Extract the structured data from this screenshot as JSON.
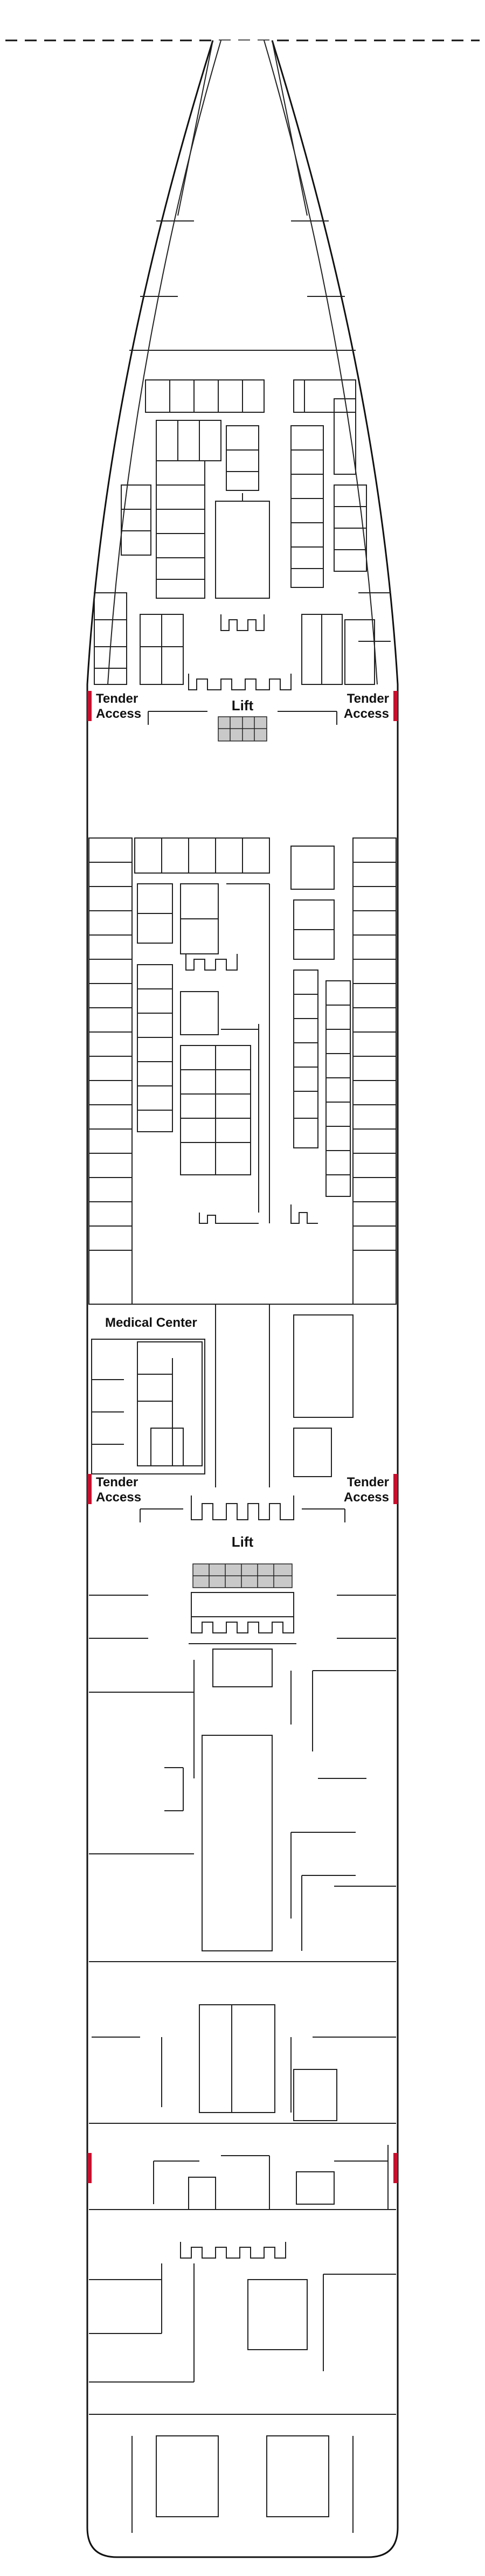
{
  "labels": {
    "lift": "Lift",
    "tender_line1": "Tender",
    "tender_line2": "Access",
    "medical_center": "Medical Center"
  },
  "colors": {
    "hull_stroke": "#111111",
    "wall": "#222222",
    "tender_marker": "#c8102e",
    "lift_fill": "#c9c9c9",
    "text": "#111111"
  }
}
